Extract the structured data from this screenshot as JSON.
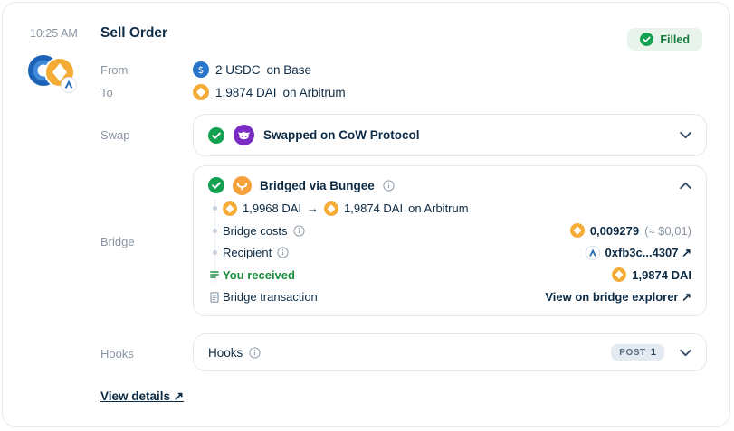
{
  "header": {
    "timestamp": "10:25 AM",
    "title": "Sell Order",
    "status": "Filled"
  },
  "route": {
    "from": {
      "label": "From",
      "amount": "2 USDC",
      "network": "on Base"
    },
    "to": {
      "label": "To",
      "amount": "1,9874 DAI",
      "network": "on Arbitrum"
    }
  },
  "swap": {
    "section_label": "Swap",
    "title": "Swapped on CoW Protocol"
  },
  "bridge": {
    "section_label": "Bridge",
    "title": "Bridged via Bungee",
    "amounts": {
      "from": "1,9968 DAI",
      "arrow": "→",
      "to": "1,9874 DAI",
      "network": "on Arbitrum"
    },
    "costs": {
      "label": "Bridge costs",
      "value": "0,009279",
      "approx": "(≈ $0,01)"
    },
    "recipient": {
      "label": "Recipient",
      "value": "0xfb3c...4307 ↗"
    },
    "received": {
      "label": "You received",
      "value": "1,9874 DAI"
    },
    "transaction": {
      "label": "Bridge transaction",
      "link": "View on bridge explorer ↗"
    }
  },
  "hooks": {
    "section_label": "Hooks",
    "title": "Hooks",
    "badge_type": "POST",
    "badge_count": "1"
  },
  "footer": {
    "view_details": "View details ↗"
  },
  "colors": {
    "accent_green": "#12a150",
    "status_badge_bg": "#e7f3eb",
    "status_badge_text": "#177b3a",
    "navy_text": "#0d2b45",
    "cow_purple": "#792bc4",
    "bungee_orange": "#f6a13c",
    "usdc_blue": "#2775ca",
    "dai_gold": "#f5ac37"
  }
}
